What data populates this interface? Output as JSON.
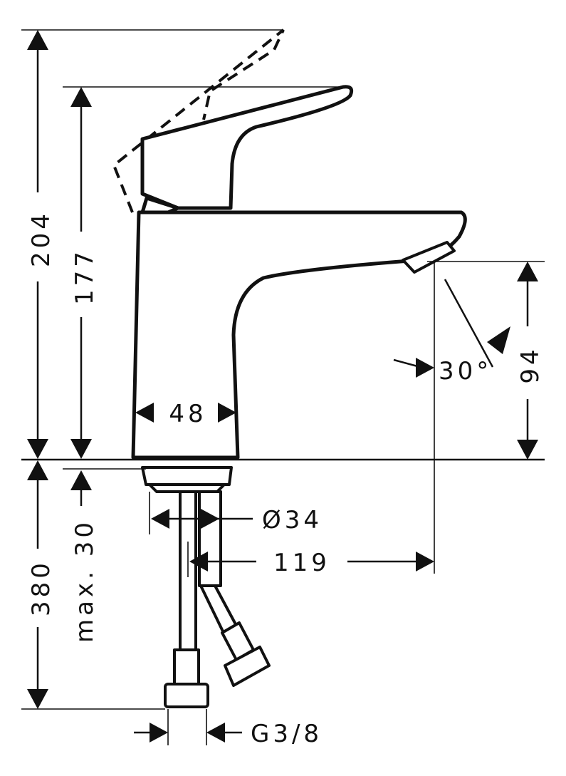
{
  "drawing": {
    "dimensions": {
      "overall_height": "204",
      "spout_top_height": "177",
      "outlet_height": "94",
      "body_width": "48",
      "spray_angle": "30°",
      "below_deck_length": "380",
      "max_deck_thickness": "max. 30",
      "shank_diameter": "Ø34",
      "spout_reach": "119",
      "connection_thread": "G3/8"
    }
  }
}
